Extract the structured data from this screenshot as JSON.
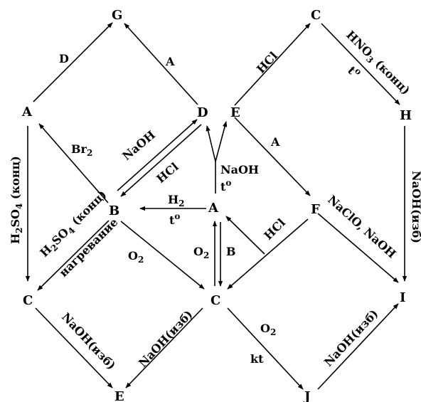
{
  "nodes": {
    "g_top": "G",
    "a_left": "A",
    "d_mid": "D",
    "e_mid": "E",
    "c_topright": "C",
    "h_right": "H",
    "b_center": "B",
    "a_center": "A",
    "f_right": "F",
    "c_left": "C",
    "c_center": "C",
    "i_right": "I",
    "e_bottom": "E",
    "j_bottom": "J"
  },
  "labels": {
    "d_a_g": "D",
    "a_d_g": "A",
    "hcl_e_c": "HCl",
    "hno3": "HNO",
    "hno3_sub": "3",
    "konc": " (конц)",
    "temp_hno3": "t",
    "temp_hno3_sup": "o",
    "br": "Br",
    "br_sub": "2",
    "naoh_bd": "NaOH",
    "hcl_db": "HCl",
    "naoh_split": "NaOH",
    "temp_split": "t",
    "temp_split_sup": "o",
    "a_e_f": "A",
    "h2so4_left_h": "H",
    "h2so4_left_sub1": "2",
    "h2so4_left_so": "SO",
    "h2so4_left_sub2": "4",
    "h2so4_left_konc": " (конц)",
    "naoh_izb_hi": "NaOH(изб)",
    "h2": "H",
    "h2_sub": "2",
    "temp_ab": "t",
    "temp_ab_sup": "o",
    "naclo": "NaClO, NaOH",
    "h2so4_bc_h": "H",
    "h2so4_bc_sub1": "2",
    "h2so4_bc_so": "SO",
    "h2so4_bc_sub2": "4",
    "h2so4_bc_konc": " (конц)",
    "heating": "нагревание",
    "o2_bc": "O",
    "o2_bc_sub": "2",
    "o2_ca": "O",
    "o2_ca_sub": "2",
    "b_ac": "B",
    "hcl_fc": "HCl",
    "naoh_izb_ce": "NaOH(изб)",
    "naoh_izb_c_e": "NaOH(изб)",
    "o2_cj": "O",
    "o2_cj_sub": "2",
    "kt": "kt",
    "naoh_izb_ji": "NaOH(изб)"
  }
}
